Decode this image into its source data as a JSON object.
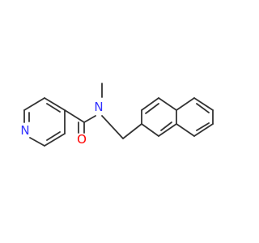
{
  "molecule": {
    "colors": {
      "bond": "#333333",
      "nitrogen": "#3333ff",
      "oxygen": "#ff0000",
      "background": "#ffffff"
    },
    "atom_labels": {
      "pyridine_n": "N",
      "carbonyl_o": "O",
      "amide_n": "N"
    }
  }
}
